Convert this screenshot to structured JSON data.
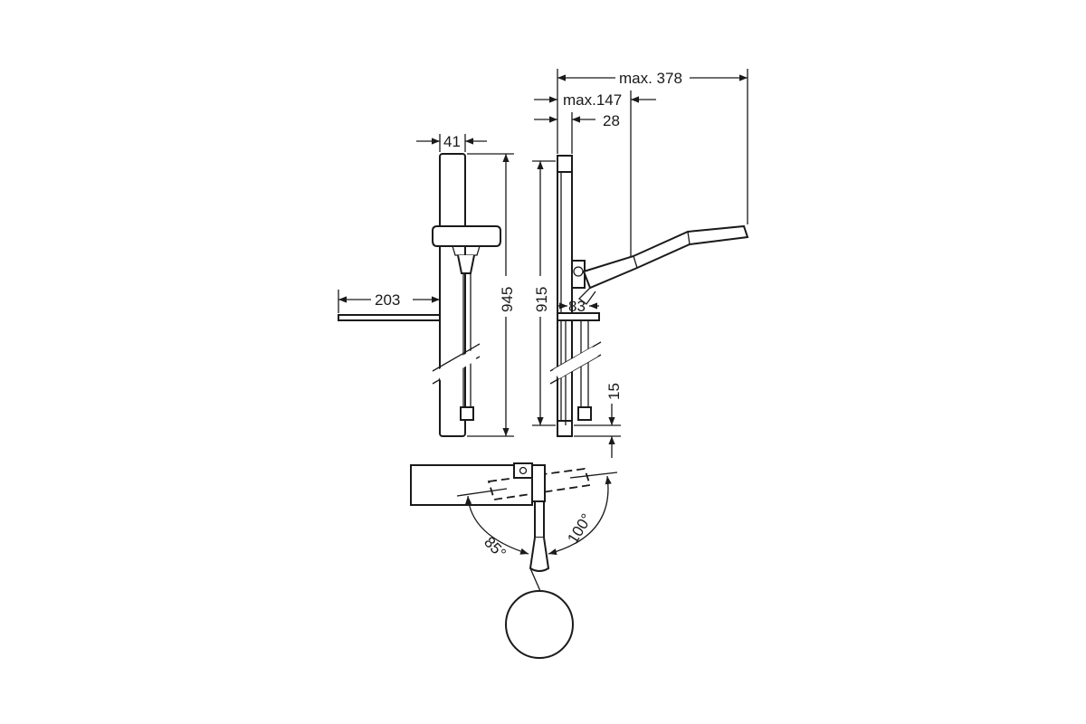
{
  "dimensions": {
    "max_378": "max. 378",
    "max_147": "max.147",
    "d28": "28",
    "d41": "41",
    "d203": "203",
    "d945": "945",
    "d915": "915",
    "d83": "83",
    "d15": "15",
    "a85": "85°",
    "a100": "100°"
  }
}
